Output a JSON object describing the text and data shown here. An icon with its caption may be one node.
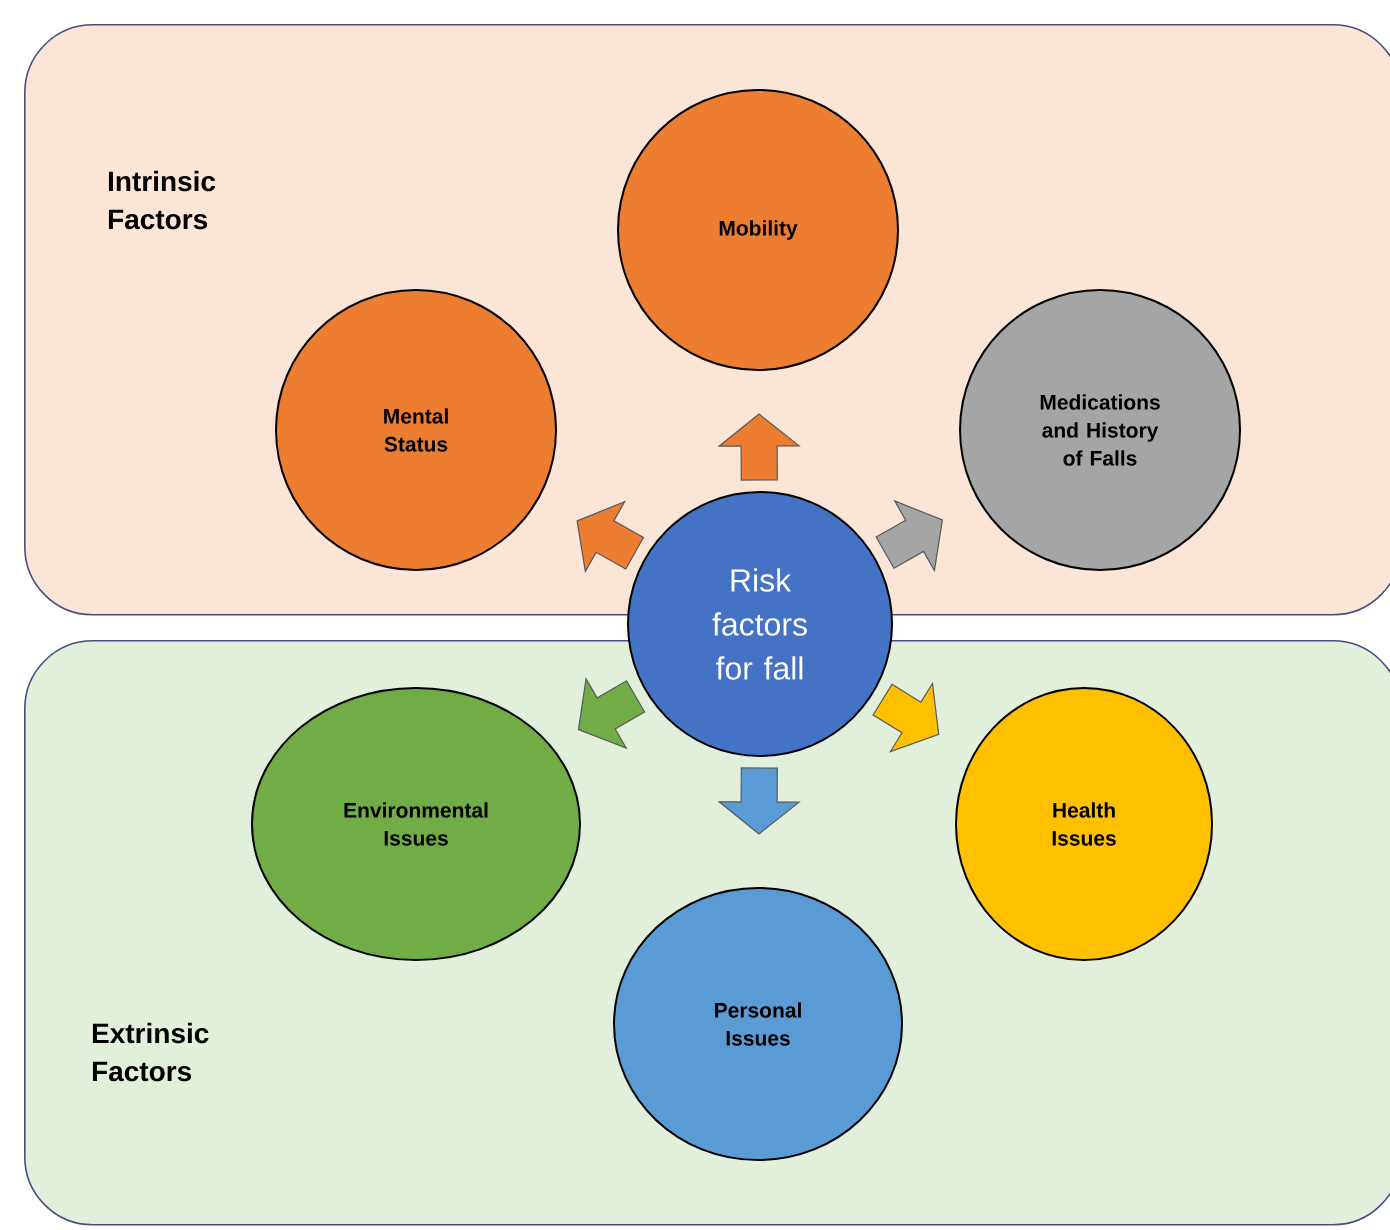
{
  "diagram": {
    "nodes": [
      {
        "text": [
          "Intrinsic Factors"
        ]
      },
      {
        "text": [
          "Mobility"
        ],
        "in": 0
      },
      {
        "text": [
          "Mental Status"
        ],
        "in": 0
      },
      {
        "text": [
          "Medications and History of Falls"
        ],
        "in": 0
      },
      {
        "text": [
          "Risk factors for fall"
        ]
      },
      {
        "text": [
          "Extrinsic Factors"
        ]
      },
      {
        "text": [
          "Environmental Issues"
        ],
        "in": 5
      },
      {
        "text": [
          "Health Issues"
        ],
        "in": 5
      },
      {
        "text": [
          "Personal Issues"
        ],
        "in": 5
      }
    ],
    "edges": [
      {
        "from": 4,
        "to": 1,
        "arrow": "to",
        "color": "#ed7d31"
      },
      {
        "from": 4,
        "to": 2,
        "arrow": "to",
        "color": "#ed7d31"
      },
      {
        "from": 4,
        "to": 3,
        "arrow": "to",
        "color": "#a5a5a5"
      },
      {
        "from": 4,
        "to": 6,
        "arrow": "to",
        "color": "#70ad47"
      },
      {
        "from": 4,
        "to": 7,
        "arrow": "to",
        "color": "#ffc000"
      },
      {
        "from": 4,
        "to": 8,
        "arrow": "to",
        "color": "#5b9bd5"
      }
    ]
  }
}
